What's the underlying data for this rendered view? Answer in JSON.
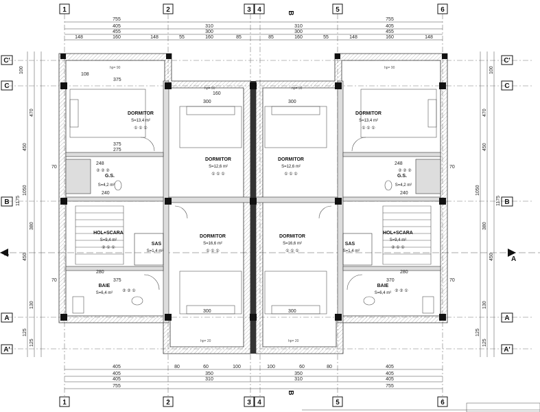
{
  "axes": {
    "top": [
      "1",
      "2",
      "3",
      "4",
      "5",
      "6"
    ],
    "side": [
      "C'",
      "C",
      "B",
      "A",
      "A'"
    ],
    "section": "B"
  },
  "dims_top": {
    "row1": [
      "755",
      "755"
    ],
    "row2": [
      "405",
      "310",
      "310",
      "405"
    ],
    "row3": [
      "455",
      "300",
      "300",
      "455"
    ],
    "row4": [
      "148",
      "160",
      "148",
      "55",
      "160",
      "85",
      "85",
      "160",
      "55",
      "148",
      "160",
      "148"
    ]
  },
  "dims_bottom": {
    "row1": [
      "405",
      "80",
      "60",
      "100",
      "100",
      "60",
      "80",
      "405"
    ],
    "row2": [
      "405",
      "350",
      "350",
      "405"
    ],
    "row3": [
      "405",
      "310",
      "310",
      "405"
    ],
    "row4": [
      "755",
      "755"
    ]
  },
  "dims_left": [
    "100",
    "470",
    "450",
    "70",
    "1050",
    "1175",
    "380",
    "450",
    "70",
    "130",
    "125",
    "125"
  ],
  "dims_right": [
    "100",
    "470",
    "450",
    "70",
    "1050",
    "1175",
    "380",
    "450",
    "70",
    "130",
    "125",
    "125"
  ],
  "rooms": [
    {
      "name": "DORMITOR",
      "area": "S=13,4 m²",
      "codes": "① ① ①"
    },
    {
      "name": "DORMITOR",
      "area": "S=12,6 m²",
      "codes": "① ① ①"
    },
    {
      "name": "DORMITOR",
      "area": "S=12,6 m²",
      "codes": "① ① ①"
    },
    {
      "name": "DORMITOR",
      "area": "S=13,4 m²",
      "codes": "① ① ①"
    },
    {
      "name": "G.S.",
      "area": "S=4,2 m²",
      "codes": "② ② ②"
    },
    {
      "name": "G.S.",
      "area": "S=4,2 m²",
      "codes": "② ② ②"
    },
    {
      "name": "HOL+SCARA",
      "area": "S=9,4 m²",
      "codes": "② ① ①"
    },
    {
      "name": "HOL+SCARA",
      "area": "S=9,4 m²",
      "codes": "② ① ①"
    },
    {
      "name": "DORMITOR",
      "area": "S=16,6 m²",
      "codes": "① ① ①"
    },
    {
      "name": "DORMITOR",
      "area": "S=16,6 m²",
      "codes": "① ① ①"
    },
    {
      "name": "SAS",
      "area": "S=1,4 m²",
      "codes": ""
    },
    {
      "name": "SAS",
      "area": "S=1,4 m²",
      "codes": ""
    },
    {
      "name": "BAIE",
      "area": "S=6,4 m²",
      "codes": "② ② ①"
    },
    {
      "name": "BAIE",
      "area": "S=6,4 m²",
      "codes": "② ② ①"
    }
  ],
  "inner_dims": [
    "108",
    "375",
    "275",
    "375",
    "300",
    "160",
    "300",
    "300",
    "248",
    "248",
    "240",
    "280",
    "375",
    "370",
    "300",
    "280",
    "240",
    "90",
    "90",
    "hp= 90",
    "hp= 90",
    "hp= 20",
    "hp= 20"
  ]
}
